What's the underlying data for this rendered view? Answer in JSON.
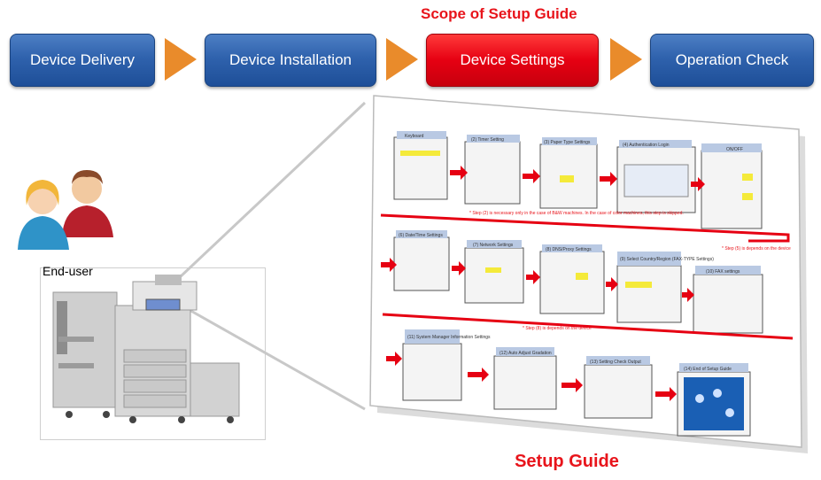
{
  "header": {
    "scope_label": "Scope of Setup Guide"
  },
  "flow": {
    "steps": [
      {
        "label": "Device Delivery",
        "state": "normal"
      },
      {
        "label": "Device Installation",
        "state": "normal"
      },
      {
        "label": "Device Settings",
        "state": "highlighted"
      },
      {
        "label": "Operation Check",
        "state": "normal"
      }
    ]
  },
  "user": {
    "label": "End-user"
  },
  "guide": {
    "title": "Setup Guide",
    "screens": [
      {
        "label": "Keyboard"
      },
      {
        "label": "(2) Timer Setting"
      },
      {
        "label": "(3) Paper Type Settings"
      },
      {
        "label": "(4) Authentication Login"
      },
      {
        "label": "ON/OFF"
      },
      {
        "label": "(6) Date/Time Settings"
      },
      {
        "label": "(7) Network Settings"
      },
      {
        "label": "(8) DNS/Proxy Settings"
      },
      {
        "label": "(9) Select Country/Region (FAX-TYPE Settings)"
      },
      {
        "label": "(10) FAX settings"
      },
      {
        "label": "(11) System Manager Information Settings"
      },
      {
        "label": "(12) Auto Adjust Gradation"
      },
      {
        "label": "(13) Setting Check Output"
      },
      {
        "label": "(14) End of Setup Guide"
      }
    ],
    "notes": [
      "* Step (2) is necessary only in the case of B&W machines. In the case of color machines, this step is skipped.",
      "* Step (5) is depends on the device",
      "* Step (8) is depends on the device"
    ]
  },
  "colors": {
    "step_blue": "#2f62ad",
    "step_red": "#e60012",
    "arrow_orange": "#e98b2b",
    "accent_red": "#e8141b"
  }
}
